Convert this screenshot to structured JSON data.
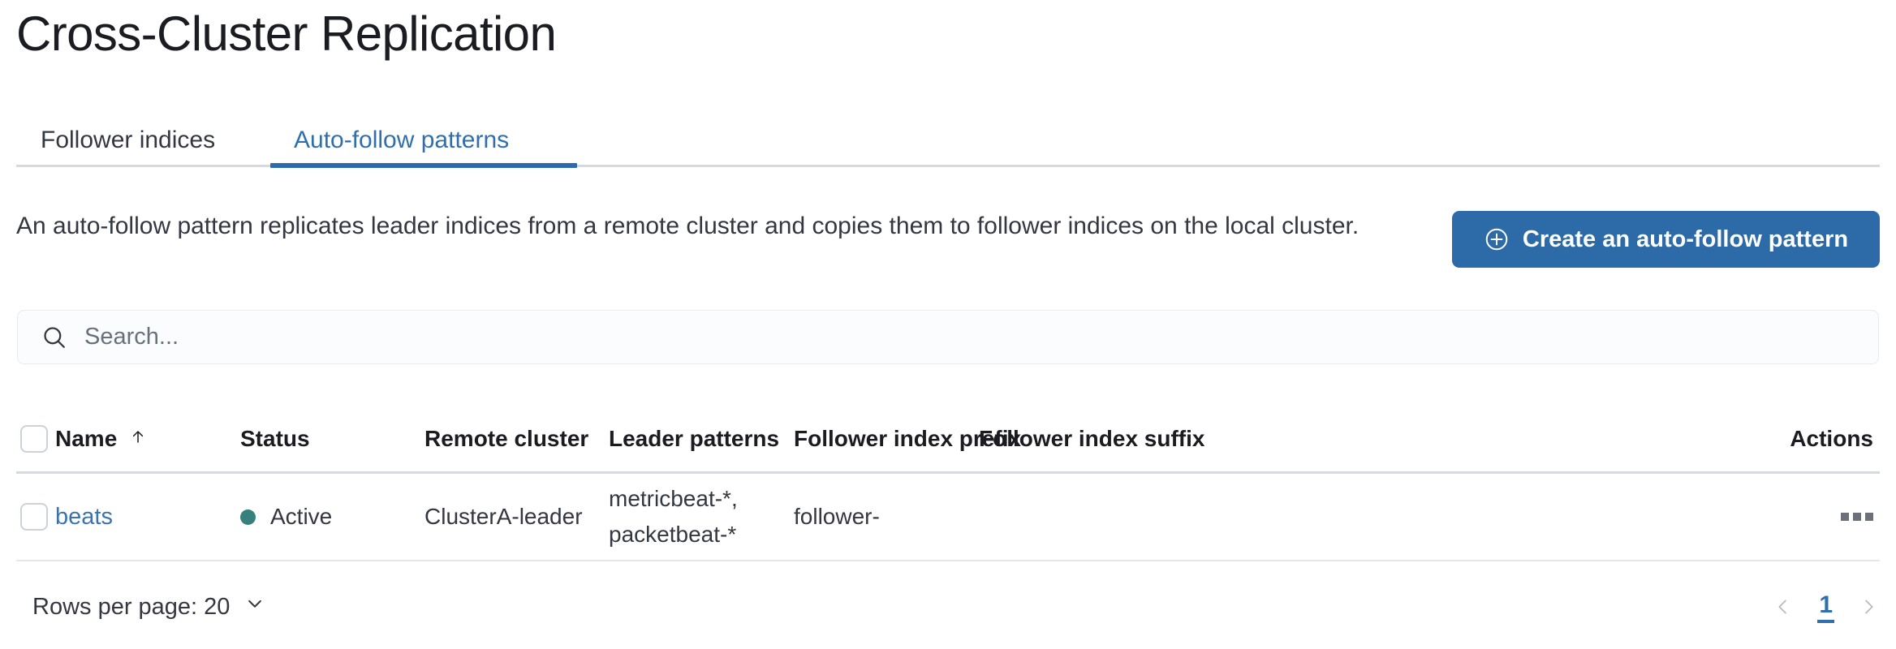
{
  "page_title": "Cross-Cluster Replication",
  "tabs": [
    {
      "label": "Follower indices",
      "active": false
    },
    {
      "label": "Auto-follow patterns",
      "active": true
    }
  ],
  "description": "An auto-follow pattern replicates leader indices from a remote cluster and copies them to follower indices on the local cluster.",
  "primary_button": {
    "label": "Create an auto-follow pattern",
    "icon": "plus-in-circle-icon",
    "color": "#2d6ba8"
  },
  "search": {
    "placeholder": "Search...",
    "value": "",
    "icon": "search-icon"
  },
  "table": {
    "columns": [
      "Name",
      "Status",
      "Remote cluster",
      "Leader patterns",
      "Follower index prefix",
      "Follower index suffix",
      "Actions"
    ],
    "sort": {
      "column": "Name",
      "direction": "asc",
      "icon": "arrow-up-icon"
    },
    "rows": [
      {
        "selected": false,
        "name": "beats",
        "status": "Active",
        "status_color": "#37807b",
        "remote_cluster": "ClusterA-leader",
        "leader_patterns": [
          "metricbeat-*,",
          "packetbeat-*"
        ],
        "follower_index_prefix": "follower-",
        "follower_index_suffix": "",
        "actions_icon": "more-actions-icon"
      }
    ]
  },
  "footer": {
    "rows_per_page_label": "Rows per page: 20",
    "rows_per_page_icon": "chevron-down-icon",
    "pagination": {
      "prev_icon": "chevron-left-icon",
      "next_icon": "chevron-right-icon",
      "current_page": "1"
    }
  },
  "colors": {
    "accent_blue": "#2f6fad",
    "button_blue": "#2d6ba8",
    "link_blue": "#3b73b0",
    "status_teal": "#37807b",
    "border": "#d3dae6",
    "text": "#343741"
  }
}
